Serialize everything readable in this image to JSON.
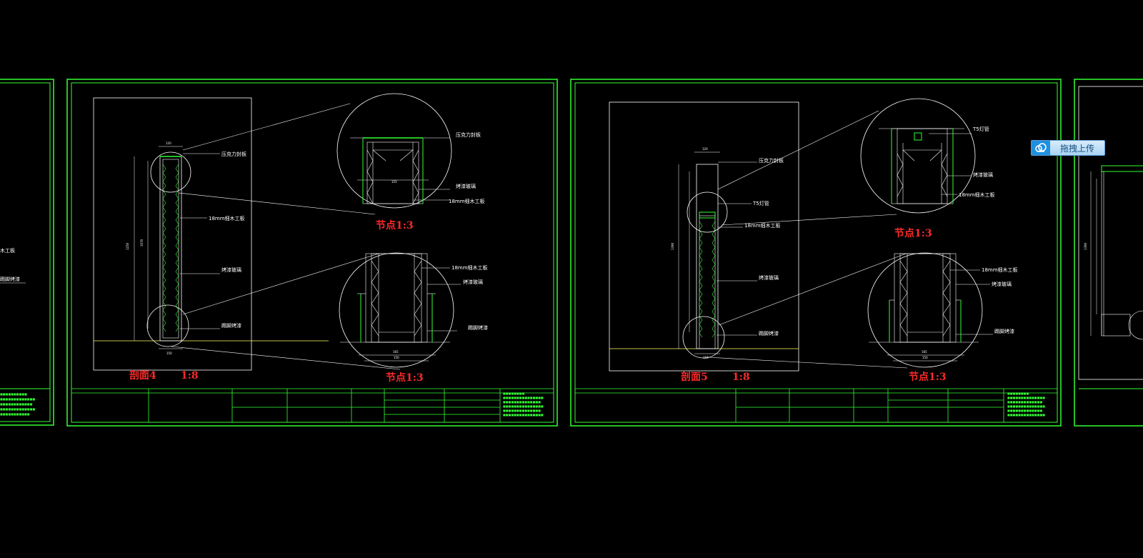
{
  "sheets": [
    {
      "section_title": "剖面4",
      "section_scale": "1:8",
      "node_label_top": "节点1:3",
      "node_label_bottom": "节点1:3",
      "callouts_main": [
        "压克力封板",
        "18mm细木工板",
        "烤漆玻璃",
        "踢脚烤漆"
      ],
      "callouts_top_detail": [
        "压克力封板",
        "烤漆玻璃",
        "18mm细木工板"
      ],
      "callouts_bottom_detail": [
        "18mm细木工板",
        "烤漆玻璃",
        "踢脚烤漆"
      ]
    },
    {
      "section_title": "剖面5",
      "section_scale": "1:8",
      "node_label_top": "节点1:3",
      "node_label_bottom": "节点1:3",
      "callouts_main": [
        "压克力封板",
        "T5灯管",
        "18mm细木工板",
        "烤漆玻璃",
        "踢脚烤漆"
      ],
      "callouts_top_detail": [
        "T5灯管",
        "烤漆玻璃",
        "18mm细木工板"
      ],
      "callouts_bottom_detail": [
        "18mm细木工板",
        "烤漆玻璃",
        "踢脚烤漆"
      ]
    }
  ],
  "left_partial": {
    "callouts": [
      "木工板",
      "踢脚烤漆"
    ]
  },
  "upload_button": {
    "label": "拖拽上传",
    "icon": "cloud-upload-icon"
  },
  "colors": {
    "background": "#000000",
    "frame": "#33ff33",
    "lines": "#ffffff",
    "annotation": "#ff2a2a"
  }
}
